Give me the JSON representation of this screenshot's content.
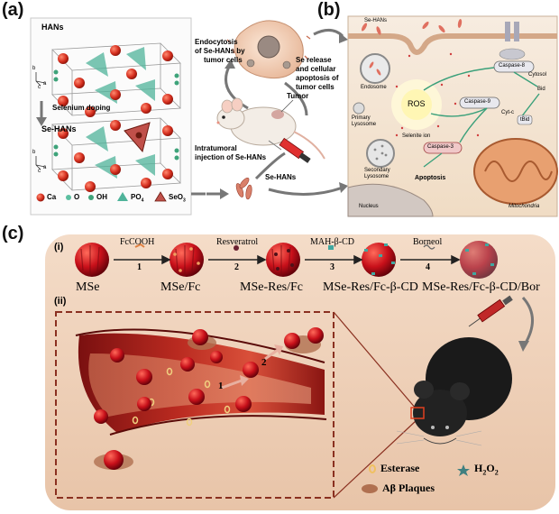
{
  "panel_a": {
    "label": "(a)",
    "crystal_top_title": "HANs",
    "crystal_bottom_title": "Se-HANs",
    "doping_label": "Selenium doping",
    "axis_b": "b",
    "axis_a": "a",
    "axis_c": "c",
    "legend": [
      "Ca",
      "O",
      "OH",
      "PO",
      "SeO"
    ],
    "legend_sub": [
      "4",
      "3"
    ],
    "endocytosis_lines": [
      "Endocytosis",
      "of Se-HANs by",
      "tumor cells"
    ],
    "release_lines": [
      "Se release",
      "and cellular",
      "apoptosis of",
      "tumor cells"
    ],
    "tumor_label": "Tumor",
    "injection_lines": [
      "Intratumoral",
      "injection of Se-HANs"
    ],
    "sehans_label": "Se-HANs"
  },
  "panel_b": {
    "label": "(b)",
    "sehans_label": "Se-HANs",
    "cytosol": "Cytosol",
    "caspase8": "Caspase-8",
    "caspase9": "Caspase-9",
    "caspase3": "Caspase-3",
    "cytc": "Cyt-c",
    "bid": "Bid",
    "tbid": "tBid",
    "endosome": "Endosome",
    "ros": "ROS",
    "primary_lysosome": [
      "Primary",
      "Lysosome"
    ],
    "selenite_ion": "Selenite ion",
    "secondary_lysosome": [
      "Secondary",
      "Lysosome"
    ],
    "apoptosis": "Apoptosis",
    "nucleus": "Nucleus",
    "mitochondria": "Mitochondria"
  },
  "panel_c": {
    "label": "(c)",
    "sub_i": "(i)",
    "sub_ii": "(ii)",
    "steps": [
      {
        "reagent": "FcCOOH",
        "num": "1"
      },
      {
        "reagent": "Resveratrol",
        "num": "2"
      },
      {
        "reagent": "MAH-β-CD",
        "num": "3"
      },
      {
        "reagent": "Borneol",
        "num": "4"
      }
    ],
    "products": [
      "MSe",
      "MSe/Fc",
      "MSe-Res/Fc",
      "MSe-Res/Fc-β-CD",
      "MSe-Res/Fc-β-CD/Bor"
    ],
    "vessel_num1": "1",
    "vessel_num2": "2",
    "legend_esterase": "Esterase",
    "legend_h2o2": "H",
    "legend_h2o2_sub1": "2",
    "legend_h2o2_o": "O",
    "legend_h2o2_sub2": "2",
    "legend_plaques": "Aβ Plaques"
  }
}
